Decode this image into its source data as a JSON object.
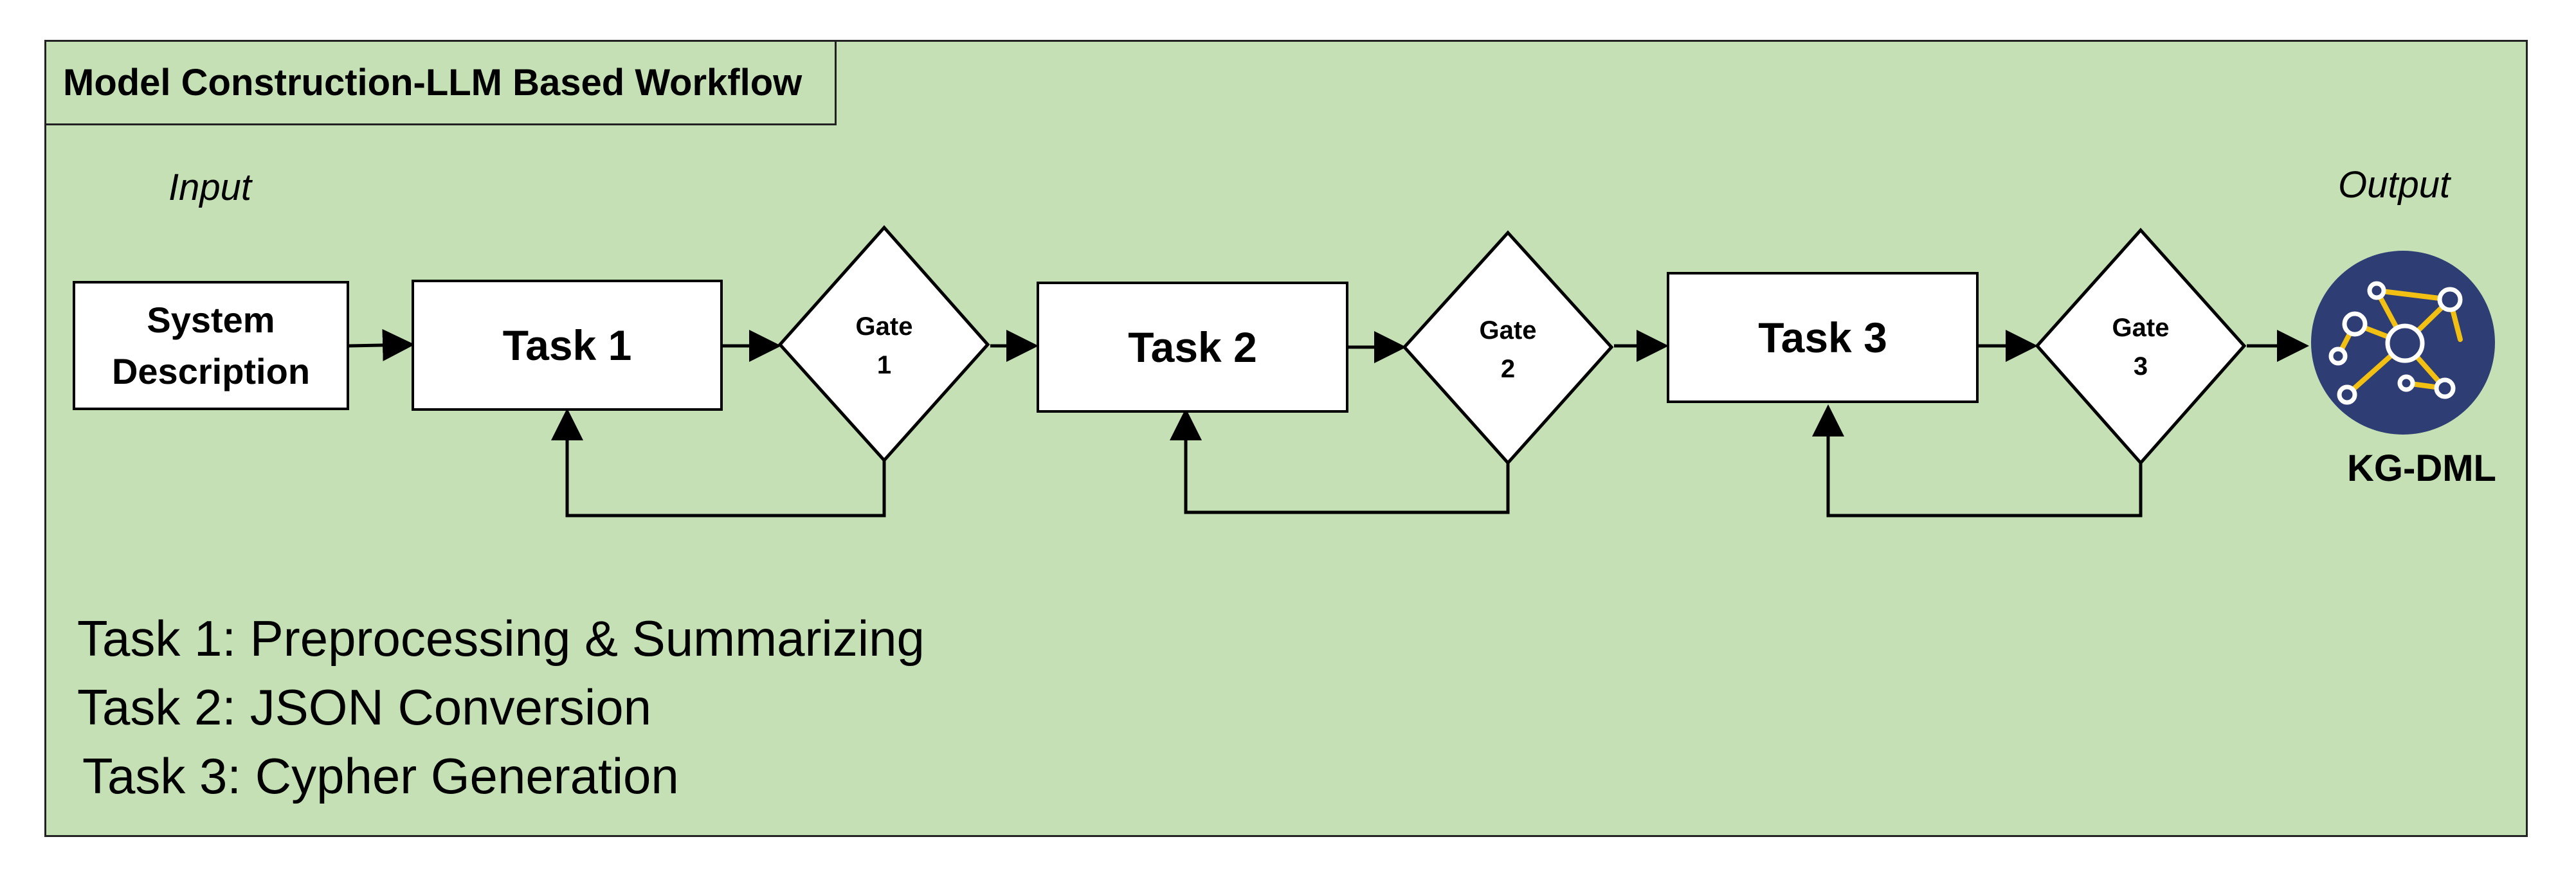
{
  "title": "Model Construction-LLM Based Workflow",
  "input_label": "Input",
  "output_label": "Output",
  "system_description": {
    "line1": "System",
    "line2": "Description"
  },
  "tasks": [
    "Task 1",
    "Task 2",
    "Task 3"
  ],
  "gates": [
    {
      "line1": "Gate",
      "line2": "1"
    },
    {
      "line1": "Gate",
      "line2": "2"
    },
    {
      "line1": "Gate",
      "line2": "3"
    }
  ],
  "output_node": {
    "label": "KG-DML",
    "icon": "knowledge-graph-icon"
  },
  "legend": [
    "Task 1: Preprocessing & Summarizing",
    "Task 2: JSON Conversion",
    "Task 3: Cypher Generation"
  ],
  "colors": {
    "panel_background": "#c5e0b4",
    "box_fill": "#ffffff",
    "kg_circle": "#2e3d73",
    "kg_edges": "#f2c012",
    "kg_nodes": "#ffffff"
  }
}
